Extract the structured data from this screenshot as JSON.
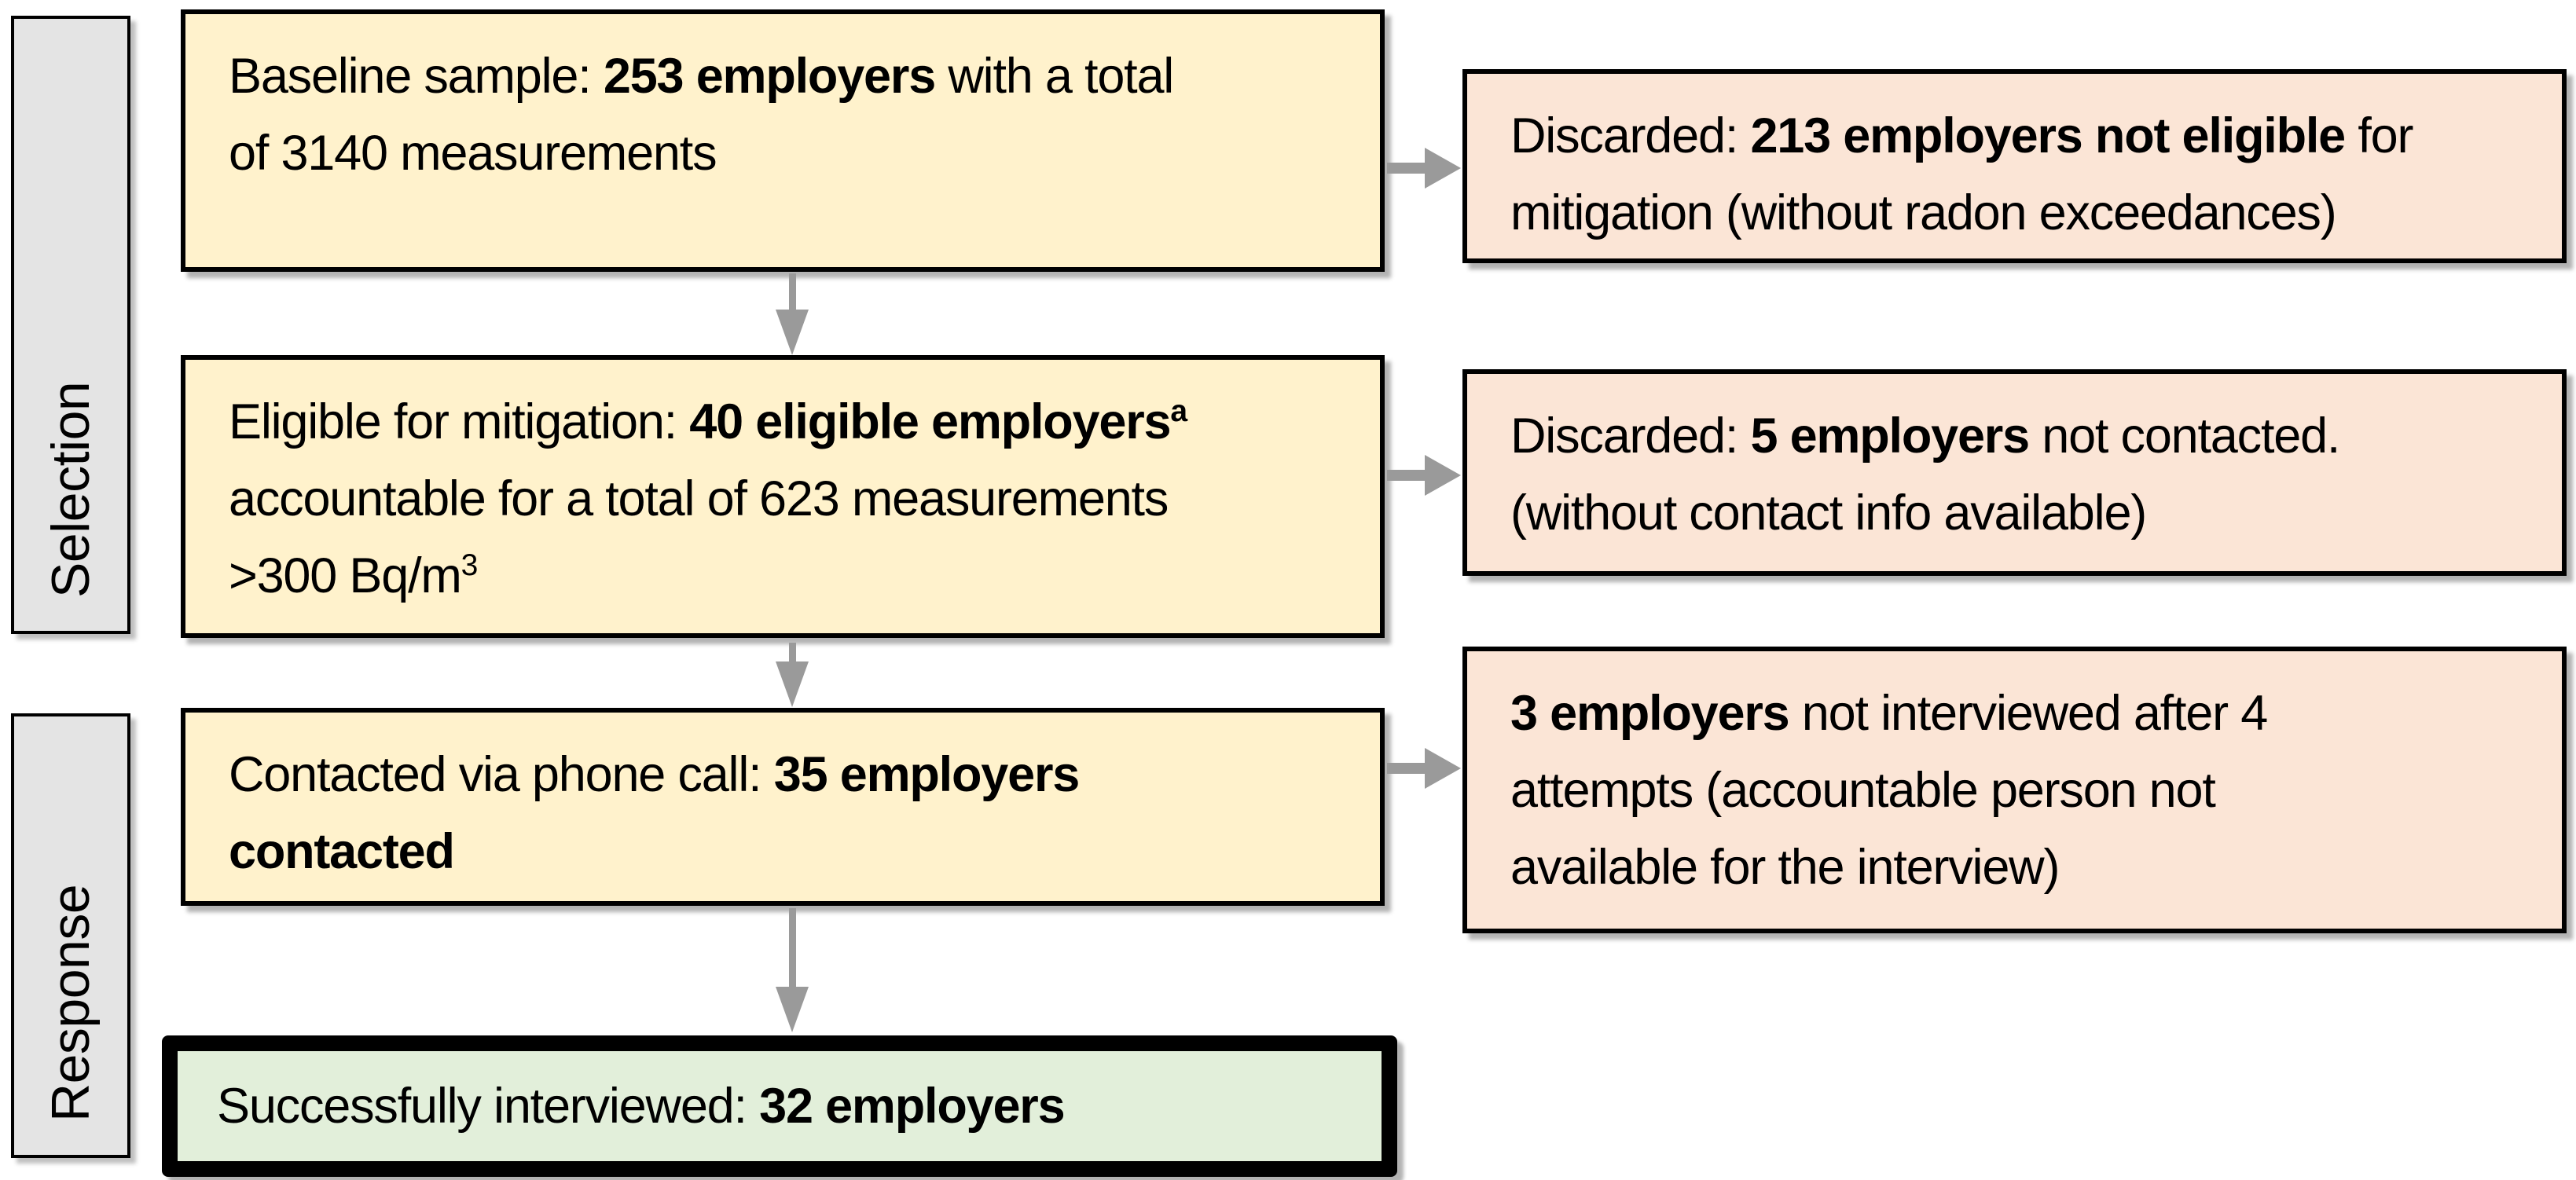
{
  "colors": {
    "flow": "#FFF2CC",
    "discard": "#FBE5D6",
    "final": "#E2EFDA",
    "stage": "#E4E4E4",
    "arrow": "#9A9A9A",
    "border": "#000000"
  },
  "stage_labels": [
    {
      "id": "selection",
      "text": "Selection"
    },
    {
      "id": "response",
      "text": "Response"
    }
  ],
  "flow_boxes": [
    {
      "id": "baseline",
      "lines": [
        [
          {
            "t": "Baseline sample: "
          },
          {
            "t": "253 employers",
            "b": true
          },
          {
            "t": " with a total"
          }
        ],
        [
          {
            "t": "of 3140 measurements"
          }
        ]
      ]
    },
    {
      "id": "eligible",
      "lines": [
        [
          {
            "t": "Eligible for mitigation: "
          },
          {
            "t": "40 eligible employers",
            "b": true
          },
          {
            "t": "a",
            "b": true,
            "sup": true
          }
        ],
        [
          {
            "t": "accountable for a total of 623 measurements"
          }
        ],
        [
          {
            "t": ">300 Bq/m"
          },
          {
            "t": "3",
            "sup": true
          }
        ]
      ]
    },
    {
      "id": "contacted",
      "lines": [
        [
          {
            "t": "Contacted via phone call: "
          },
          {
            "t": "35 employers",
            "b": true
          }
        ],
        [
          {
            "t": "contacted",
            "b": true
          }
        ]
      ]
    }
  ],
  "final_box": {
    "id": "interviewed",
    "lines": [
      [
        {
          "t": "Successfully interviewed: "
        },
        {
          "t": "32 employers",
          "b": true
        }
      ]
    ]
  },
  "discard_boxes": [
    {
      "id": "not-eligible",
      "lines": [
        [
          {
            "t": "Discarded: "
          },
          {
            "t": "213 employers not eligible",
            "b": true
          },
          {
            "t": " for"
          }
        ],
        [
          {
            "t": "mitigation (without radon exceedances)"
          }
        ]
      ]
    },
    {
      "id": "not-contacted",
      "lines": [
        [
          {
            "t": "Discarded: "
          },
          {
            "t": "5 employers",
            "b": true
          },
          {
            "t": " not contacted."
          }
        ],
        [
          {
            "t": "(without contact info available)"
          }
        ]
      ]
    },
    {
      "id": "not-interviewed",
      "lines": [
        [
          {
            "t": "3 employers",
            "b": true
          },
          {
            "t": " not interviewed after 4"
          }
        ],
        [
          {
            "t": "attempts (accountable person not"
          }
        ],
        [
          {
            "t": "available for the interview)"
          }
        ]
      ]
    }
  ]
}
